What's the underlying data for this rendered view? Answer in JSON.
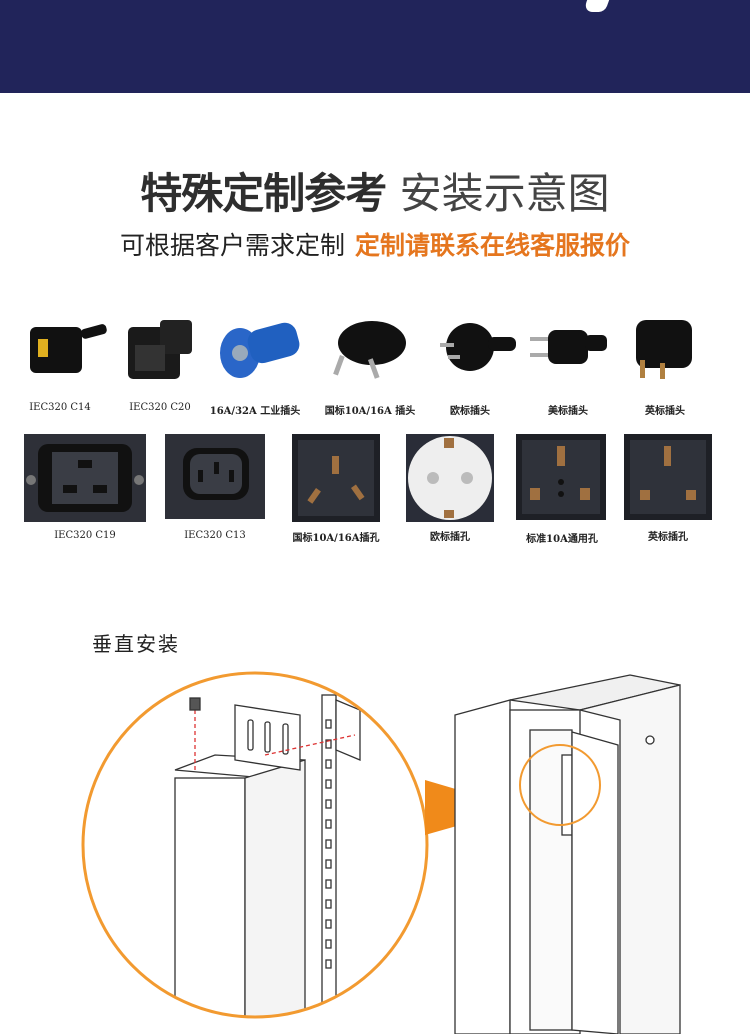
{
  "header": {
    "title_bold": "特殊定制参考",
    "title_light": "安装示意图",
    "subtitle_black": "可根据客户需求定制",
    "subtitle_orange": "定制请联系在线客服报价"
  },
  "plugs": [
    {
      "label": "IEC320 C14"
    },
    {
      "label": "IEC320 C20"
    },
    {
      "label": "16A/32A 工业插头"
    },
    {
      "label": "国标10A/16A 插头"
    },
    {
      "label": "欧标插头"
    },
    {
      "label": "美标插头"
    },
    {
      "label": "英标插头"
    }
  ],
  "sockets": [
    {
      "label": "IEC320 C19"
    },
    {
      "label": "IEC320 C13"
    },
    {
      "label": "国标10A/16A插孔"
    },
    {
      "label": "欧标插孔"
    },
    {
      "label": "标准10A通用孔"
    },
    {
      "label": "英标插孔"
    }
  ],
  "install": {
    "title": "垂直安装"
  },
  "colors": {
    "banner": "#21245a",
    "accent": "#e5761e"
  }
}
